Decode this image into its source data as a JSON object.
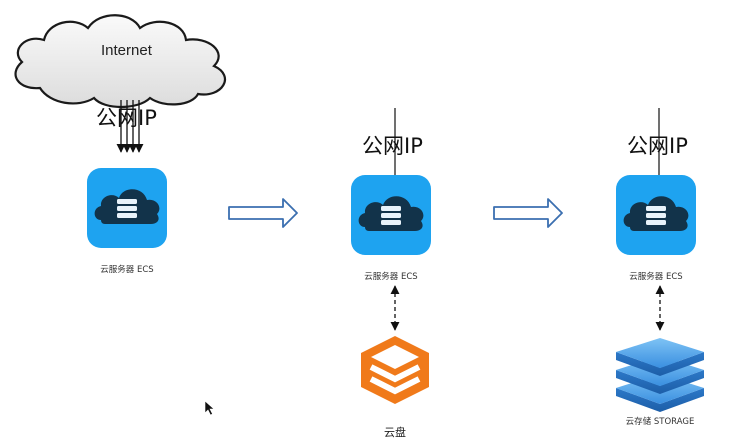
{
  "internet": {
    "label": "Internet"
  },
  "stages": [
    {
      "ip_label": "公网IP",
      "server_label": "云服务器 ECS"
    },
    {
      "ip_label": "公网IP",
      "server_label": "云服务器 ECS",
      "attachment_label": "云盘"
    },
    {
      "ip_label": "公网IP",
      "server_label": "云服务器 ECS",
      "attachment_label": "云存储 STORAGE"
    }
  ],
  "colors": {
    "server_blue": "#1ea3f0",
    "server_dark": "#12334a",
    "disk_orange": "#f07a1a",
    "storage_blue": "#3a8fe0"
  },
  "icons": {
    "server": "cloud-server-icon",
    "disk": "cloud-disk-icon",
    "storage": "layered-storage-icon",
    "flow": "hollow-right-arrow-icon",
    "cursor": "mouse-cursor-icon"
  }
}
